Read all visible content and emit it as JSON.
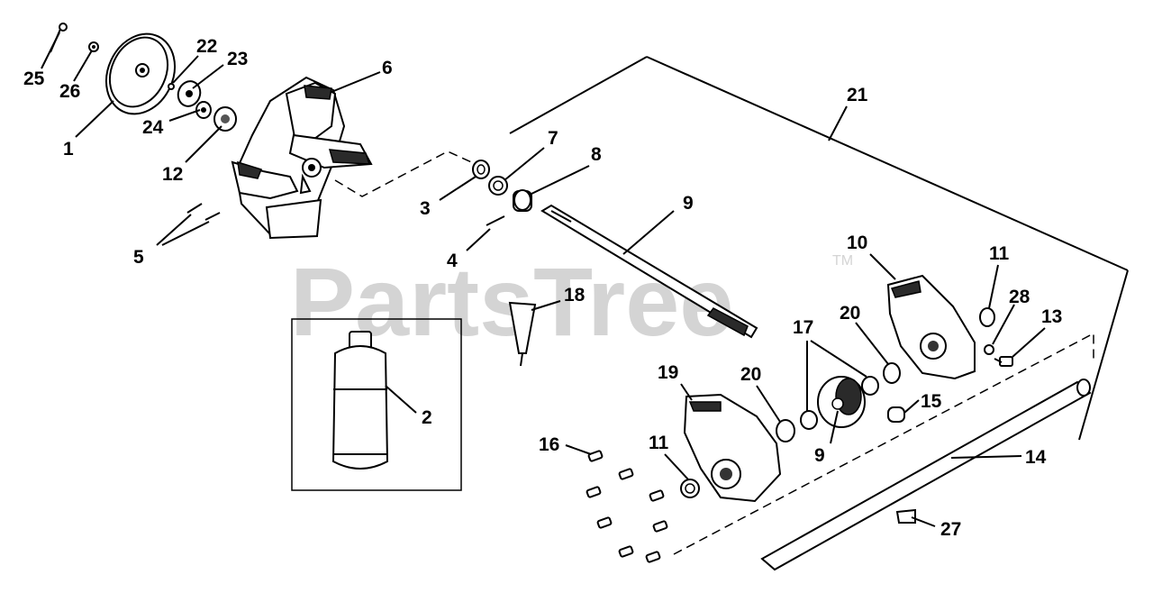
{
  "watermark": {
    "text": "PartsTree",
    "trademark": "TM"
  },
  "callouts": {
    "c1": "1",
    "c2": "2",
    "c3": "3",
    "c4": "4",
    "c5": "5",
    "c6": "6",
    "c7": "7",
    "c8": "8",
    "c9a": "9",
    "c9b": "9",
    "c10": "10",
    "c11a": "11",
    "c11b": "11",
    "c12": "12",
    "c13": "13",
    "c14": "14",
    "c15": "15",
    "c16": "16",
    "c17": "17",
    "c18": "18",
    "c19": "19",
    "c20a": "20",
    "c20b": "20",
    "c21": "21",
    "c22": "22",
    "c23": "23",
    "c24": "24",
    "c25": "25",
    "c26": "26",
    "c27": "27",
    "c28": "28"
  }
}
